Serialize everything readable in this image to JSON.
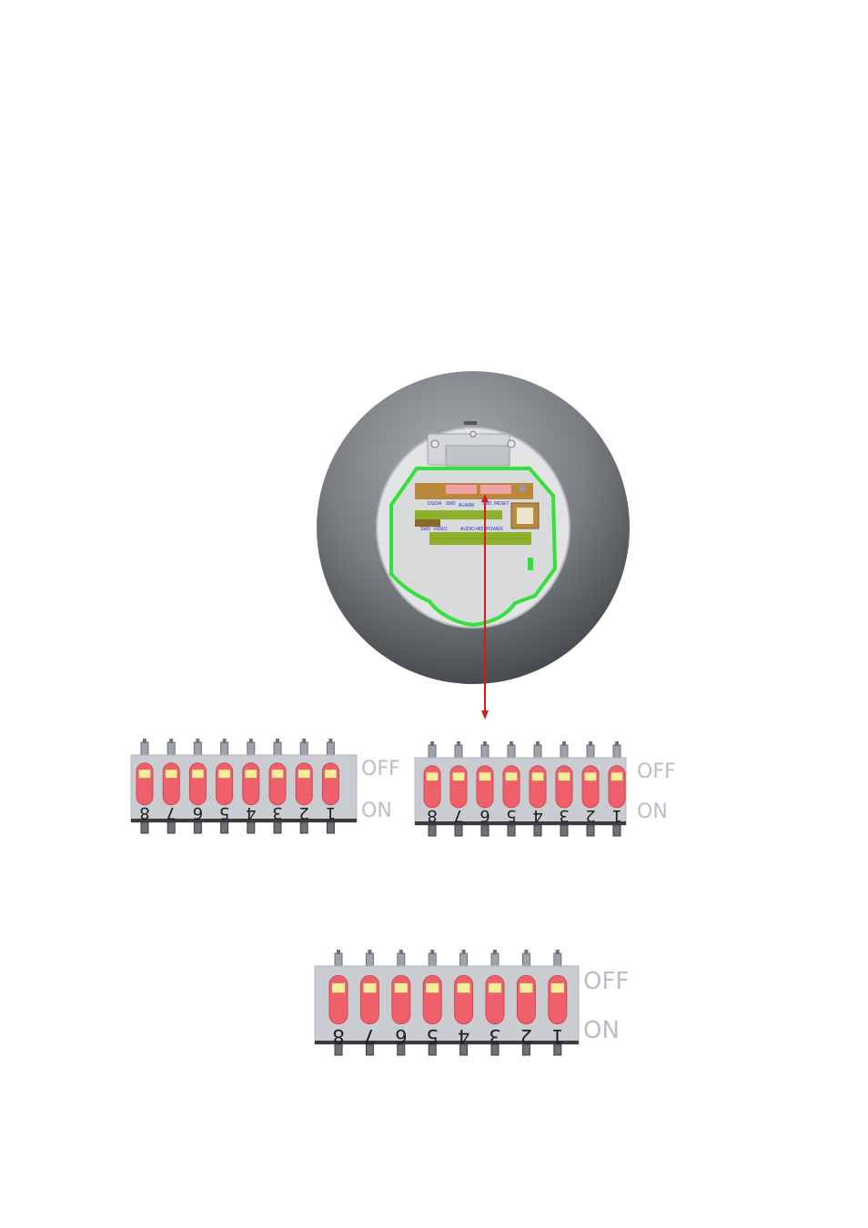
{
  "camera": {
    "board_labels": [
      "DS/DA",
      "SW2",
      "SW1",
      "RESET",
      "SW3",
      "VIDEO",
      "AUDIO",
      "485",
      "POWER",
      "ALARM"
    ]
  },
  "switch_label_off": "OFF",
  "switch_label_on": "ON",
  "dip_switches": [
    {
      "positions": [
        "8",
        "7",
        "6",
        "5",
        "4",
        "3",
        "2",
        "1"
      ],
      "states": [
        "OFF",
        "OFF",
        "OFF",
        "OFF",
        "OFF",
        "OFF",
        "OFF",
        "OFF"
      ]
    },
    {
      "positions": [
        "8",
        "7",
        "6",
        "5",
        "4",
        "3",
        "2",
        "1"
      ],
      "states": [
        "OFF",
        "OFF",
        "OFF",
        "OFF",
        "OFF",
        "OFF",
        "OFF",
        "OFF"
      ]
    },
    {
      "positions": [
        "8",
        "7",
        "6",
        "5",
        "4",
        "3",
        "2",
        "1"
      ],
      "states": [
        "OFF",
        "OFF",
        "OFF",
        "OFF",
        "OFF",
        "OFF",
        "OFF",
        "OFF"
      ]
    }
  ],
  "colors": {
    "housing": "#6b6e72",
    "board_outline": "#35e03a",
    "switch_body": "#c9cdd2",
    "actuator": "#f0606b",
    "slider": "#f6ef9a",
    "arrow": "#d9191c"
  }
}
